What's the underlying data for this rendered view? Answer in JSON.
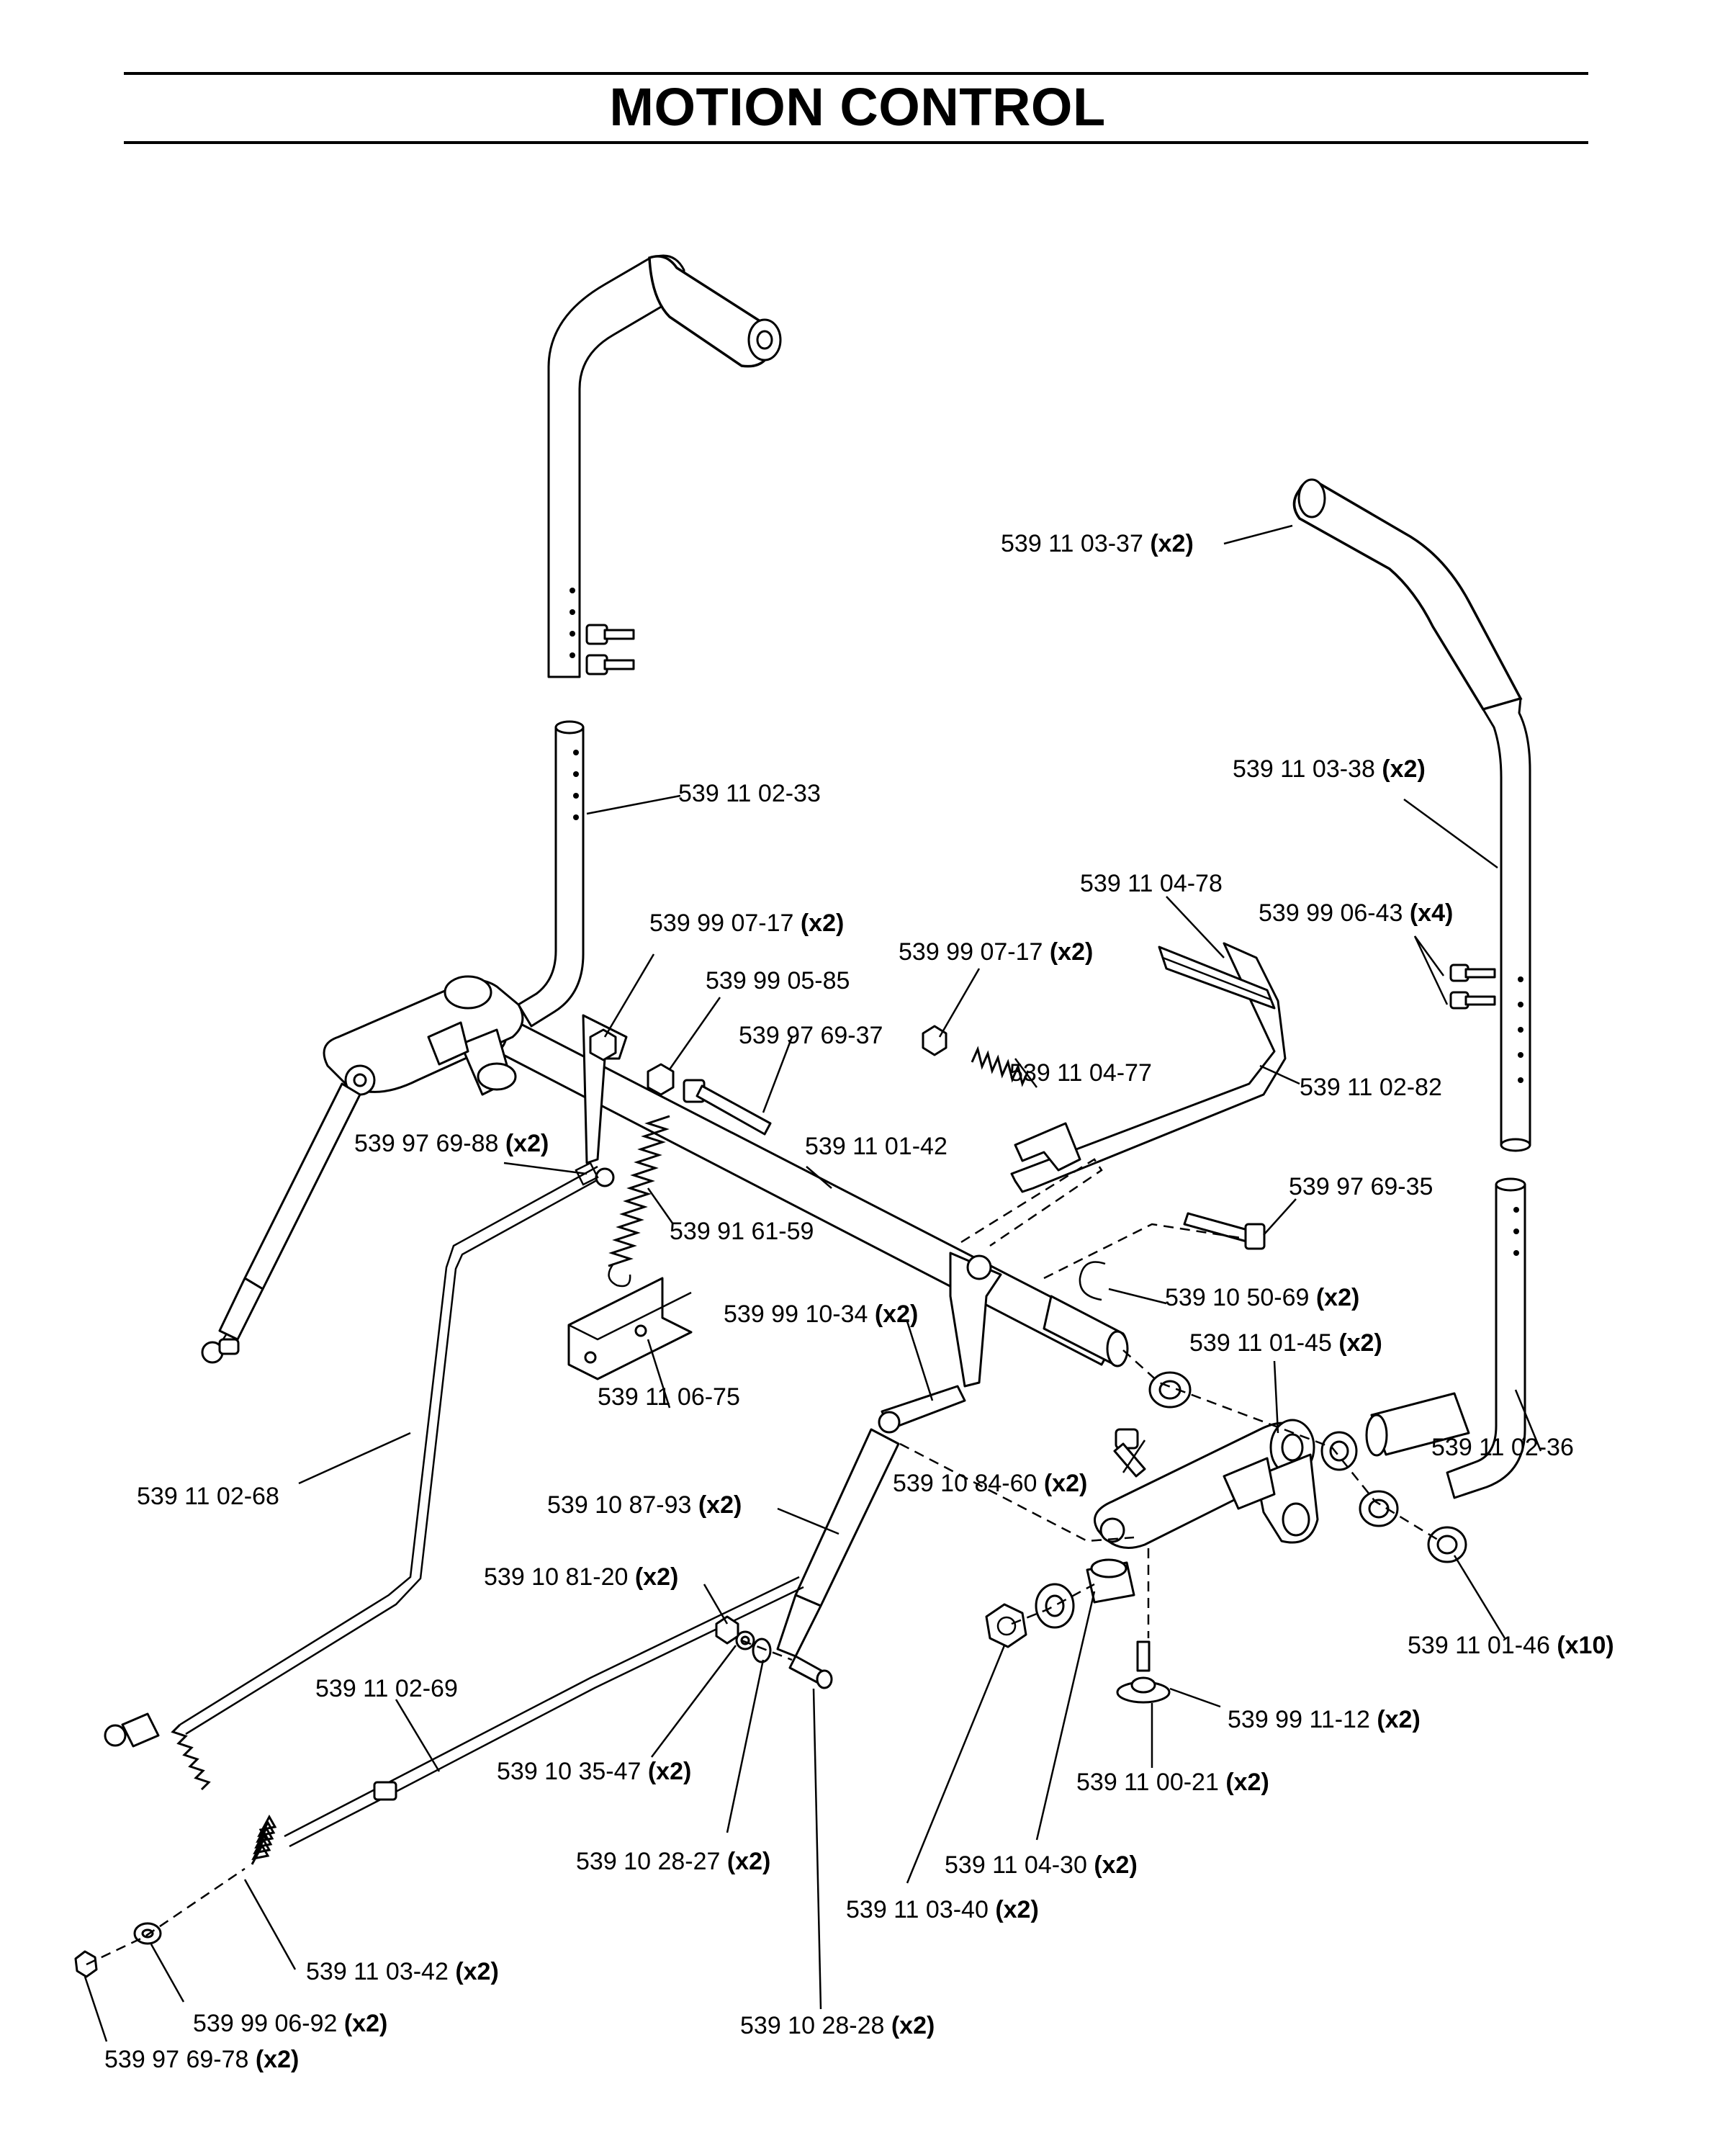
{
  "title": "MOTION CONTROL",
  "parts": [
    {
      "number": "539 11 03-37",
      "qty": "(x2)"
    },
    {
      "number": "539 11 03-38",
      "qty": "(x2)"
    },
    {
      "number": "539 11 02-33",
      "qty": ""
    },
    {
      "number": "539 11 04-78",
      "qty": ""
    },
    {
      "number": "539 99 07-17",
      "qty": "(x2)"
    },
    {
      "number": "539 99 06-43",
      "qty": "(x4)"
    },
    {
      "number": "539 99 07-17",
      "qty": "(x2)"
    },
    {
      "number": "539 99 05-85",
      "qty": ""
    },
    {
      "number": "539 97 69-37",
      "qty": ""
    },
    {
      "number": "539 11 04-77",
      "qty": ""
    },
    {
      "number": "539 11 02-82",
      "qty": ""
    },
    {
      "number": "539 97 69-88",
      "qty": "(x2)"
    },
    {
      "number": "539 11 01-42",
      "qty": ""
    },
    {
      "number": "539 97 69-35",
      "qty": ""
    },
    {
      "number": "539 91 61-59",
      "qty": ""
    },
    {
      "number": "539 10 50-69",
      "qty": "(x2)"
    },
    {
      "number": "539 99 10-34",
      "qty": "(x2)"
    },
    {
      "number": "539 11 01-45",
      "qty": "(x2)"
    },
    {
      "number": "539 11 06-75",
      "qty": ""
    },
    {
      "number": "539 11 02-36",
      "qty": ""
    },
    {
      "number": "539 10 84-60",
      "qty": "(x2)"
    },
    {
      "number": "539 11 02-68",
      "qty": ""
    },
    {
      "number": "539 10 87-93",
      "qty": "(x2)"
    },
    {
      "number": "539 11 01-46",
      "qty": "(x10)"
    },
    {
      "number": "539 10 81-20",
      "qty": "(x2)"
    },
    {
      "number": "539 99 11-12",
      "qty": "(x2)"
    },
    {
      "number": "539 11 02-69",
      "qty": ""
    },
    {
      "number": "539 10 35-47",
      "qty": "(x2)"
    },
    {
      "number": "539 11 00-21",
      "qty": "(x2)"
    },
    {
      "number": "539 10 28-27",
      "qty": "(x2)"
    },
    {
      "number": "539 11 04-30",
      "qty": "(x2)"
    },
    {
      "number": "539 11 03-40",
      "qty": "(x2)"
    },
    {
      "number": "539 11 03-42",
      "qty": "(x2)"
    },
    {
      "number": "539 99 06-92",
      "qty": "(x2)"
    },
    {
      "number": "539 10 28-28",
      "qty": "(x2)"
    },
    {
      "number": "539 97 69-78",
      "qty": "(x2)"
    }
  ]
}
